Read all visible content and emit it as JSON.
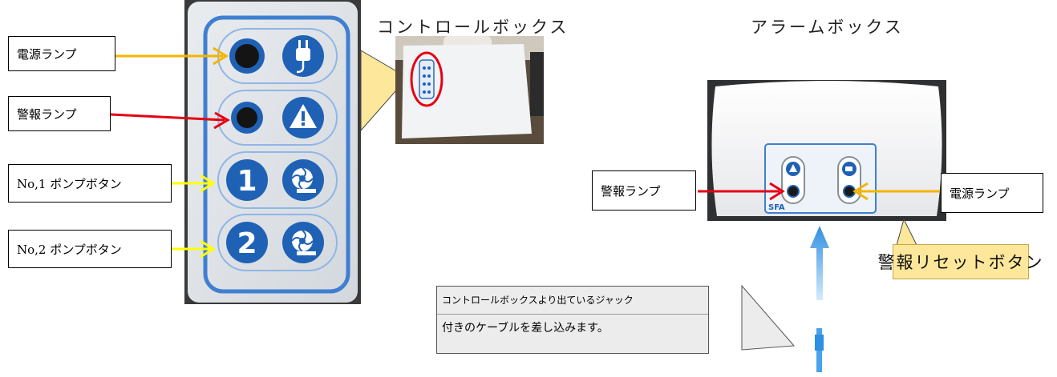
{
  "headings": {
    "control_box": "コントロールボックス",
    "alarm_box": "アラームボックス"
  },
  "left_labels": {
    "power_lamp": "電源ランプ",
    "alarm_lamp": "警報ランプ",
    "pump1_button": "No,1 ポンプボタン",
    "pump2_button": "No,2 ポンプボタン"
  },
  "control_panel": {
    "digit1": "1",
    "digit2": "2"
  },
  "alarm_box_labels": {
    "alarm_lamp": "警報ランプ",
    "power_lamp": "電源ランプ",
    "reset_button": "警報リセットボタン",
    "brand": "SFA"
  },
  "callout": {
    "line1": "コントロールボックスより出ているジャック",
    "line2": "付きのケーブルを差し込みます。"
  },
  "colors": {
    "arrow_orange": "#f5b400",
    "arrow_red": "#e60012",
    "arrow_yellow": "#ffff00",
    "arrow_blue": "#2f8fe0",
    "panel_blue": "#1f62b5",
    "highlight_yellow": "#fde79a"
  }
}
